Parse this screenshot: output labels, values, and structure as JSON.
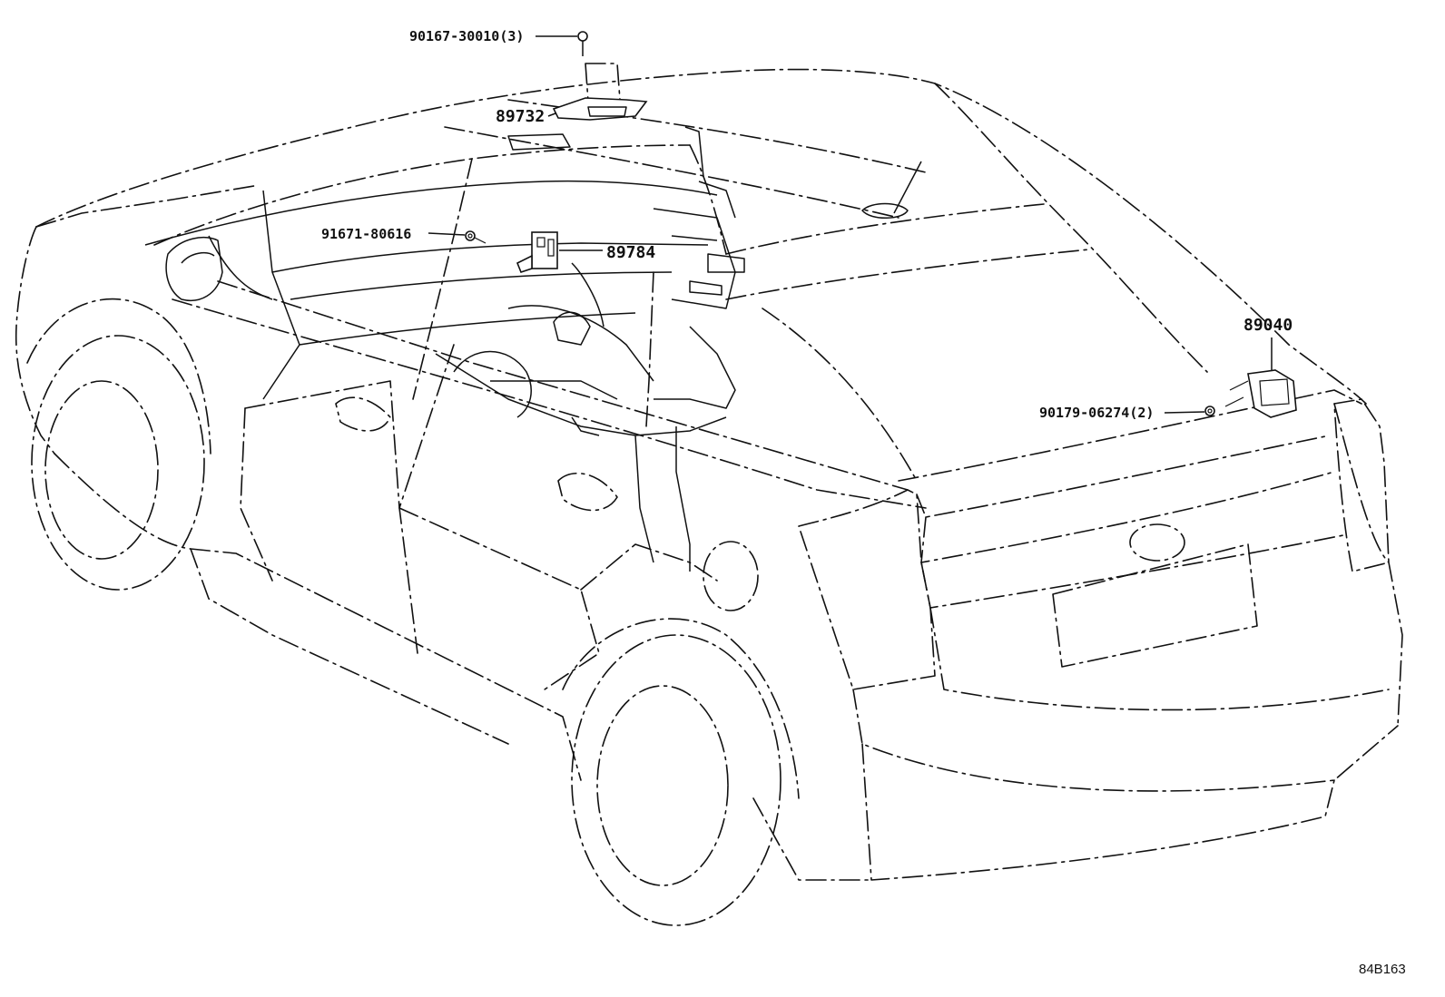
{
  "diagram": {
    "callouts": [
      {
        "id": "c1",
        "label": "90167-30010(3)"
      },
      {
        "id": "c2",
        "label": "89732"
      },
      {
        "id": "c3",
        "label": "91671-80616"
      },
      {
        "id": "c4",
        "label": "89784"
      },
      {
        "id": "c5",
        "label": "89040"
      },
      {
        "id": "c6",
        "label": "90179-06274(2)"
      }
    ],
    "illustration_code": "84B163"
  }
}
